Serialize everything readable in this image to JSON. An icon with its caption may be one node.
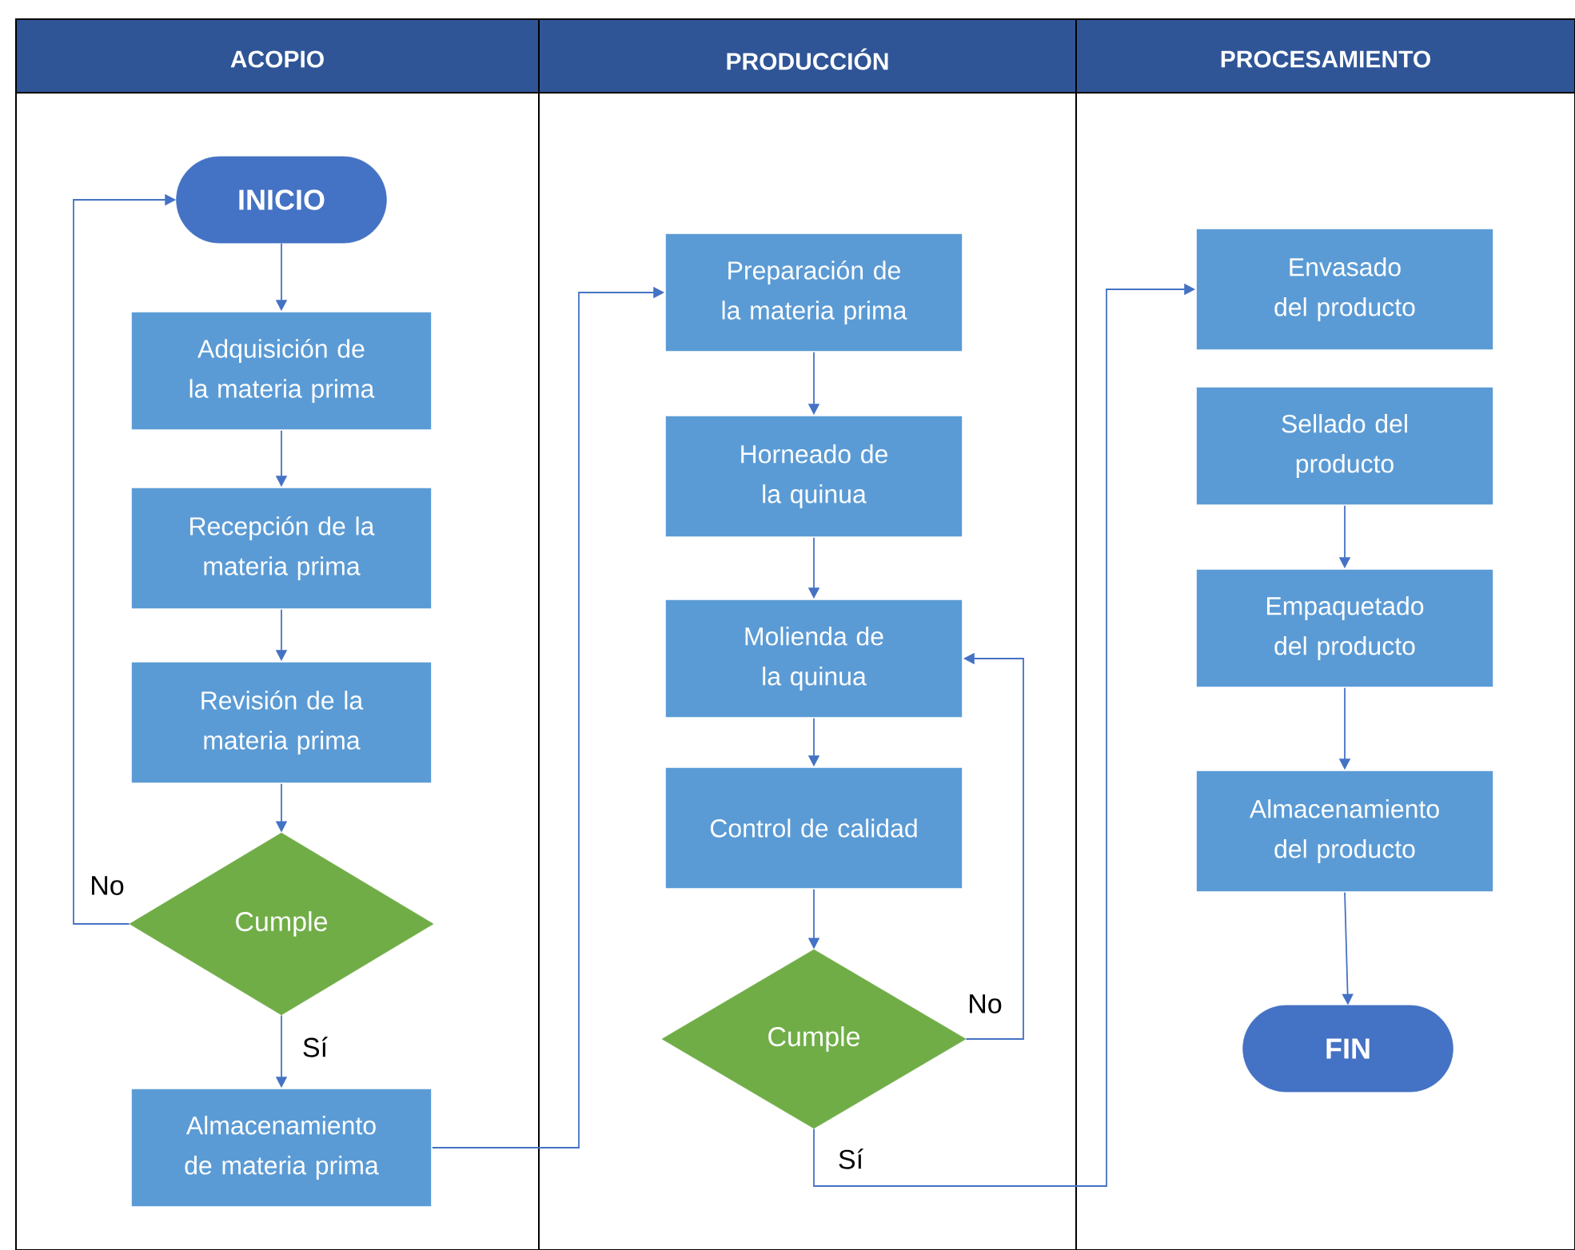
{
  "diagram": {
    "nodes": [
      {
        "text": [
          "ACOPIO"
        ]
      },
      {
        "text": [
          "PRODUCCIÓN"
        ]
      },
      {
        "text": [
          "PROCESAMIENTO"
        ]
      },
      {
        "text": [
          "INICIO"
        ],
        "in": 0
      },
      {
        "text": [
          "Adquisición de la materia prima"
        ],
        "in": 0
      },
      {
        "text": [
          "Recepción de la materia prima"
        ],
        "in": 0
      },
      {
        "text": [
          "Revisión de la materia prima"
        ],
        "in": 0
      },
      {
        "text": [
          "Cumple"
        ],
        "in": 0
      },
      {
        "text": [
          "Almacenamiento de materia prima"
        ],
        "in": 0
      },
      {
        "text": [
          "Preparación de la materia prima"
        ],
        "in": 1
      },
      {
        "text": [
          "Horneado de la quinua"
        ],
        "in": 1
      },
      {
        "text": [
          "Molienda  de la quinua"
        ],
        "in": 1
      },
      {
        "text": [
          "Control de calidad"
        ],
        "in": 1
      },
      {
        "text": [
          "Cumple"
        ],
        "in": 1
      },
      {
        "text": [
          "Envasado del producto"
        ],
        "in": 2
      },
      {
        "text": [
          "Sellado del producto"
        ],
        "in": 2
      },
      {
        "text": [
          "Empaquetado del producto"
        ],
        "in": 2
      },
      {
        "text": [
          "Almacenamiento del producto"
        ],
        "in": 2
      },
      {
        "text": [
          "FIN"
        ],
        "in": 2
      }
    ],
    "edges": [
      {
        "from": 3,
        "to": 4,
        "arrow": "to"
      },
      {
        "from": 4,
        "to": 5,
        "arrow": "to"
      },
      {
        "from": 5,
        "to": 6,
        "arrow": "to"
      },
      {
        "from": 6,
        "to": 7,
        "arrow": "to"
      },
      {
        "from": 7,
        "to": 3,
        "arrow": "to",
        "label": "No"
      },
      {
        "from": 7,
        "to": 8,
        "arrow": "to",
        "label": "Sí"
      },
      {
        "from": 8,
        "to": 9,
        "arrow": "to"
      },
      {
        "from": 9,
        "to": 10,
        "arrow": "to"
      },
      {
        "from": 10,
        "to": 11,
        "arrow": "to"
      },
      {
        "from": 11,
        "to": 12,
        "arrow": "to"
      },
      {
        "from": 12,
        "to": 13,
        "arrow": "to"
      },
      {
        "from": 13,
        "to": 11,
        "arrow": "to",
        "label": "No"
      },
      {
        "from": 13,
        "to": 14,
        "arrow": "to",
        "label": "Sí"
      },
      {
        "from": 15,
        "to": 16,
        "arrow": "to"
      },
      {
        "from": 16,
        "to": 17,
        "arrow": "to"
      },
      {
        "from": 17,
        "to": 18,
        "arrow": "to"
      }
    ]
  }
}
